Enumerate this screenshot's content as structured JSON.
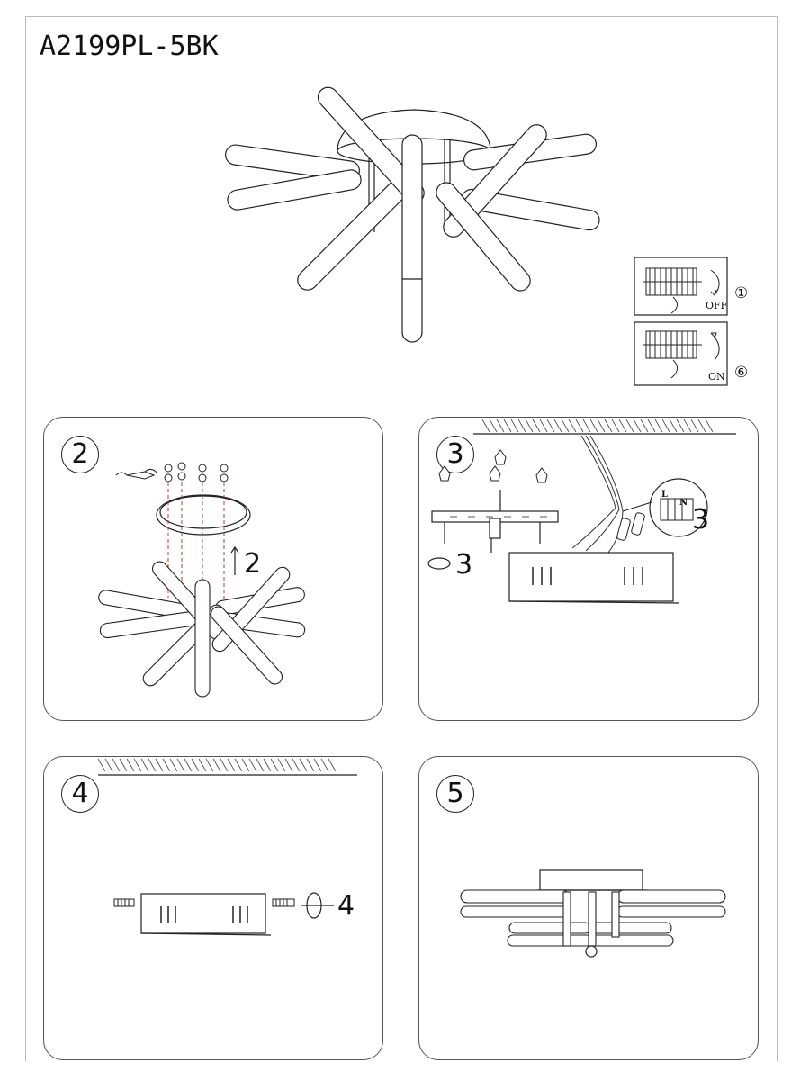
{
  "document": {
    "model": "A2199PL-5BK"
  },
  "switch_diagram": {
    "off_label": "OFF",
    "off_step": "①",
    "on_label": "ON",
    "on_step": "⑥"
  },
  "steps": [
    {
      "number": "2",
      "arrow_label": "2"
    },
    {
      "number": "3",
      "arrow_label_left": "3",
      "arrow_label_right": "3",
      "terminal_l": "L",
      "terminal_n": "N"
    },
    {
      "number": "4",
      "arrow_label": "4"
    },
    {
      "number": "5"
    }
  ]
}
